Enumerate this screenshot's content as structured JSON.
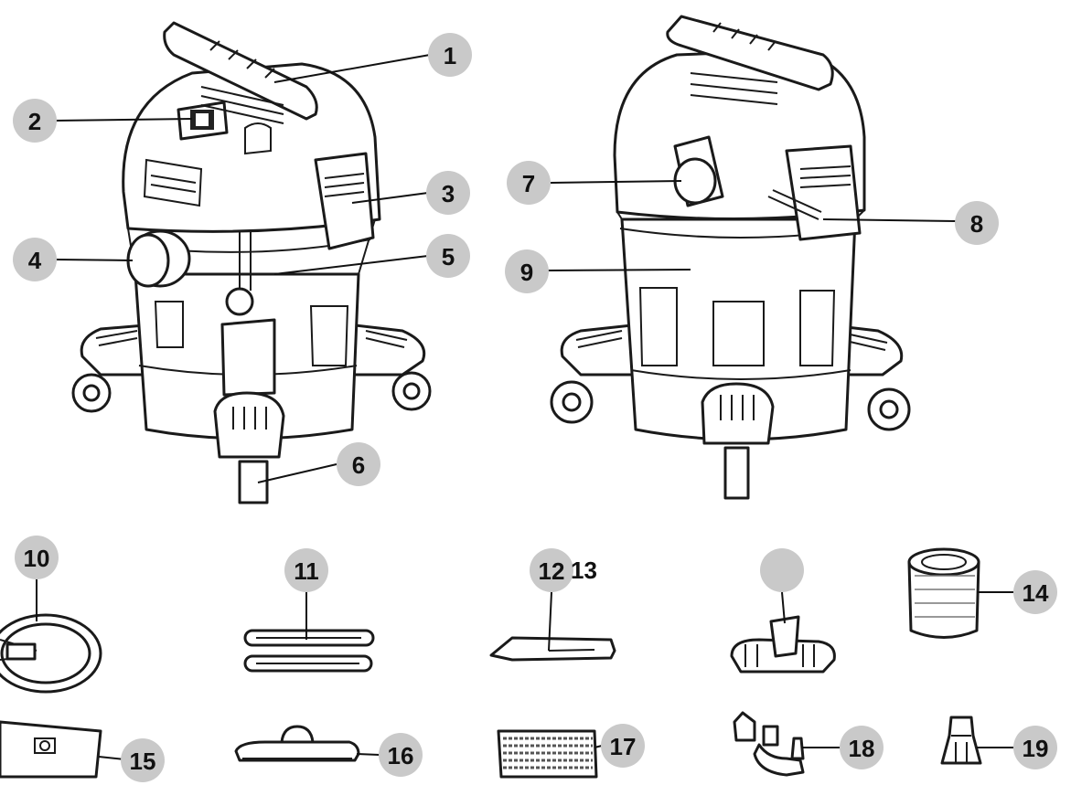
{
  "callouts": [
    {
      "id": "c1",
      "label": "1"
    },
    {
      "id": "c2",
      "label": "2"
    },
    {
      "id": "c3",
      "label": "3"
    },
    {
      "id": "c4",
      "label": "4"
    },
    {
      "id": "c5",
      "label": "5"
    },
    {
      "id": "c6",
      "label": "6"
    },
    {
      "id": "c7",
      "label": "7"
    },
    {
      "id": "c8",
      "label": "8"
    },
    {
      "id": "c9",
      "label": "9"
    },
    {
      "id": "c10",
      "label": "10"
    },
    {
      "id": "c11",
      "label": "11"
    },
    {
      "id": "c12",
      "label": "12"
    },
    {
      "id": "c13",
      "label": "13"
    },
    {
      "id": "c14",
      "label": "14"
    },
    {
      "id": "c15",
      "label": "15"
    },
    {
      "id": "c16",
      "label": "16"
    },
    {
      "id": "c17",
      "label": "17"
    },
    {
      "id": "c18",
      "label": "18"
    },
    {
      "id": "c19",
      "label": "19"
    }
  ],
  "colors": {
    "badge": "#c9c9c9",
    "ink": "#1a1a1a"
  }
}
